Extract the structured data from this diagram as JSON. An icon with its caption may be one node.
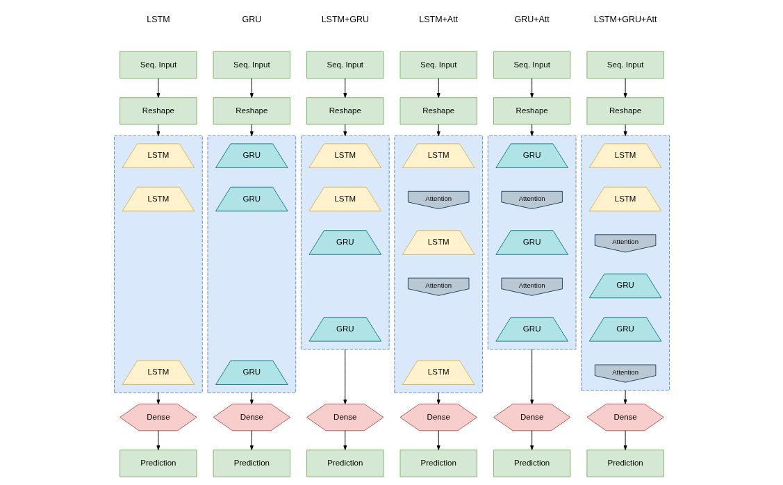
{
  "diagram": {
    "nodes": [
      {
        "text": [
          "Seq. Input"
        ]
      },
      {
        "text": [
          "Reshape"
        ]
      },
      {
        "text": [],
        "shape": "box"
      },
      {
        "text": [
          "LSTM"
        ],
        "in": 2
      },
      {
        "text": [
          "LSTM"
        ],
        "in": 2
      },
      {
        "text": [
          "LSTM"
        ],
        "in": 2
      },
      {
        "text": [
          "Dense"
        ]
      },
      {
        "text": [
          "Prediction"
        ]
      },
      {
        "text": [
          "Seq. Input"
        ]
      },
      {
        "text": [
          "Reshape"
        ]
      },
      {
        "text": [],
        "shape": "box"
      },
      {
        "text": [
          "GRU"
        ],
        "in": 10
      },
      {
        "text": [
          "GRU"
        ],
        "in": 10
      },
      {
        "text": [
          "GRU"
        ],
        "in": 10
      },
      {
        "text": [
          "Dense"
        ]
      },
      {
        "text": [
          "Prediction"
        ]
      },
      {
        "text": [
          "Seq. Input"
        ]
      },
      {
        "text": [
          "Reshape"
        ]
      },
      {
        "text": [],
        "shape": "box"
      },
      {
        "text": [
          "LSTM"
        ],
        "in": 18
      },
      {
        "text": [
          "LSTM"
        ],
        "in": 18
      },
      {
        "text": [
          "GRU"
        ],
        "in": 18
      },
      {
        "text": [
          "GRU"
        ],
        "in": 18
      },
      {
        "text": [
          "Dense"
        ]
      },
      {
        "text": [
          "Prediction"
        ]
      },
      {
        "text": [
          "Seq. Input"
        ]
      },
      {
        "text": [
          "Reshape"
        ]
      },
      {
        "text": [],
        "shape": "box"
      },
      {
        "text": [
          "LSTM"
        ],
        "in": 27
      },
      {
        "text": [
          "Attention"
        ],
        "in": 27
      },
      {
        "text": [
          "LSTM"
        ],
        "in": 27
      },
      {
        "text": [
          "Attention"
        ],
        "in": 27
      },
      {
        "text": [
          "LSTM"
        ],
        "in": 27
      },
      {
        "text": [
          "Dense"
        ]
      },
      {
        "text": [
          "Prediction"
        ]
      },
      {
        "text": [
          "Seq. Input"
        ]
      },
      {
        "text": [
          "Reshape"
        ]
      },
      {
        "text": [],
        "shape": "box"
      },
      {
        "text": [
          "GRU"
        ],
        "in": 37
      },
      {
        "text": [
          "Attention"
        ],
        "in": 37
      },
      {
        "text": [
          "GRU"
        ],
        "in": 37
      },
      {
        "text": [
          "Attention"
        ],
        "in": 37
      },
      {
        "text": [
          "GRU"
        ],
        "in": 37
      },
      {
        "text": [
          "Dense"
        ]
      },
      {
        "text": [
          "Prediction"
        ]
      },
      {
        "text": [
          "Seq. Input"
        ]
      },
      {
        "text": [
          "Reshape"
        ]
      },
      {
        "text": [],
        "shape": "box"
      },
      {
        "text": [
          "LSTM"
        ],
        "in": 47
      },
      {
        "text": [
          "LSTM"
        ],
        "in": 47
      },
      {
        "text": [
          "Attention"
        ],
        "in": 47
      },
      {
        "text": [
          "GRU"
        ],
        "in": 47
      },
      {
        "text": [
          "GRU"
        ],
        "in": 47
      },
      {
        "text": [
          "Attention"
        ],
        "in": 47
      },
      {
        "text": [
          "Dense"
        ]
      },
      {
        "text": [
          "Prediction"
        ]
      }
    ],
    "edges": [
      {
        "from": 0,
        "to": 1,
        "arrow": "to"
      },
      {
        "from": 1,
        "to": 2,
        "arrow": "to"
      },
      {
        "from": 2,
        "to": 6,
        "arrow": "to"
      },
      {
        "from": 6,
        "to": 7,
        "arrow": "to"
      },
      {
        "from": 8,
        "to": 9,
        "arrow": "to"
      },
      {
        "from": 9,
        "to": 10,
        "arrow": "to"
      },
      {
        "from": 10,
        "to": 14,
        "arrow": "to"
      },
      {
        "from": 14,
        "to": 15,
        "arrow": "to"
      },
      {
        "from": 16,
        "to": 17,
        "arrow": "to"
      },
      {
        "from": 17,
        "to": 18,
        "arrow": "to"
      },
      {
        "from": 18,
        "to": 23,
        "arrow": "to"
      },
      {
        "from": 23,
        "to": 24,
        "arrow": "to"
      },
      {
        "from": 25,
        "to": 26,
        "arrow": "to"
      },
      {
        "from": 26,
        "to": 27,
        "arrow": "to"
      },
      {
        "from": 27,
        "to": 33,
        "arrow": "to"
      },
      {
        "from": 33,
        "to": 34,
        "arrow": "to"
      },
      {
        "from": 35,
        "to": 36,
        "arrow": "to"
      },
      {
        "from": 36,
        "to": 37,
        "arrow": "to"
      },
      {
        "from": 37,
        "to": 43,
        "arrow": "to"
      },
      {
        "from": 43,
        "to": 44,
        "arrow": "to"
      },
      {
        "from": 45,
        "to": 46,
        "arrow": "to"
      },
      {
        "from": 46,
        "to": 47,
        "arrow": "to"
      },
      {
        "from": 47,
        "to": 54,
        "arrow": "to"
      },
      {
        "from": 54,
        "to": 55,
        "arrow": "to"
      }
    ],
    "labels": [
      "LSTM",
      "GRU",
      "LSTM+GRU",
      "LSTM+Att",
      "GRU+Att",
      "LSTM+GRU+Att"
    ]
  }
}
